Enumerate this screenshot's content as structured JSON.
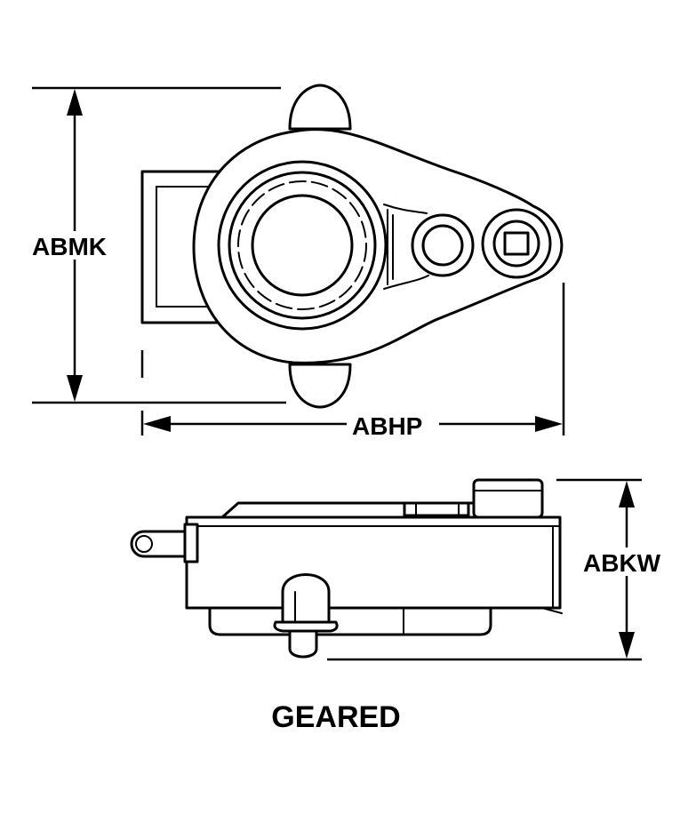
{
  "dimensions": {
    "height_label": "ABMK",
    "length_label": "ABHP",
    "width_label": "ABKW"
  },
  "caption": "GEARED"
}
